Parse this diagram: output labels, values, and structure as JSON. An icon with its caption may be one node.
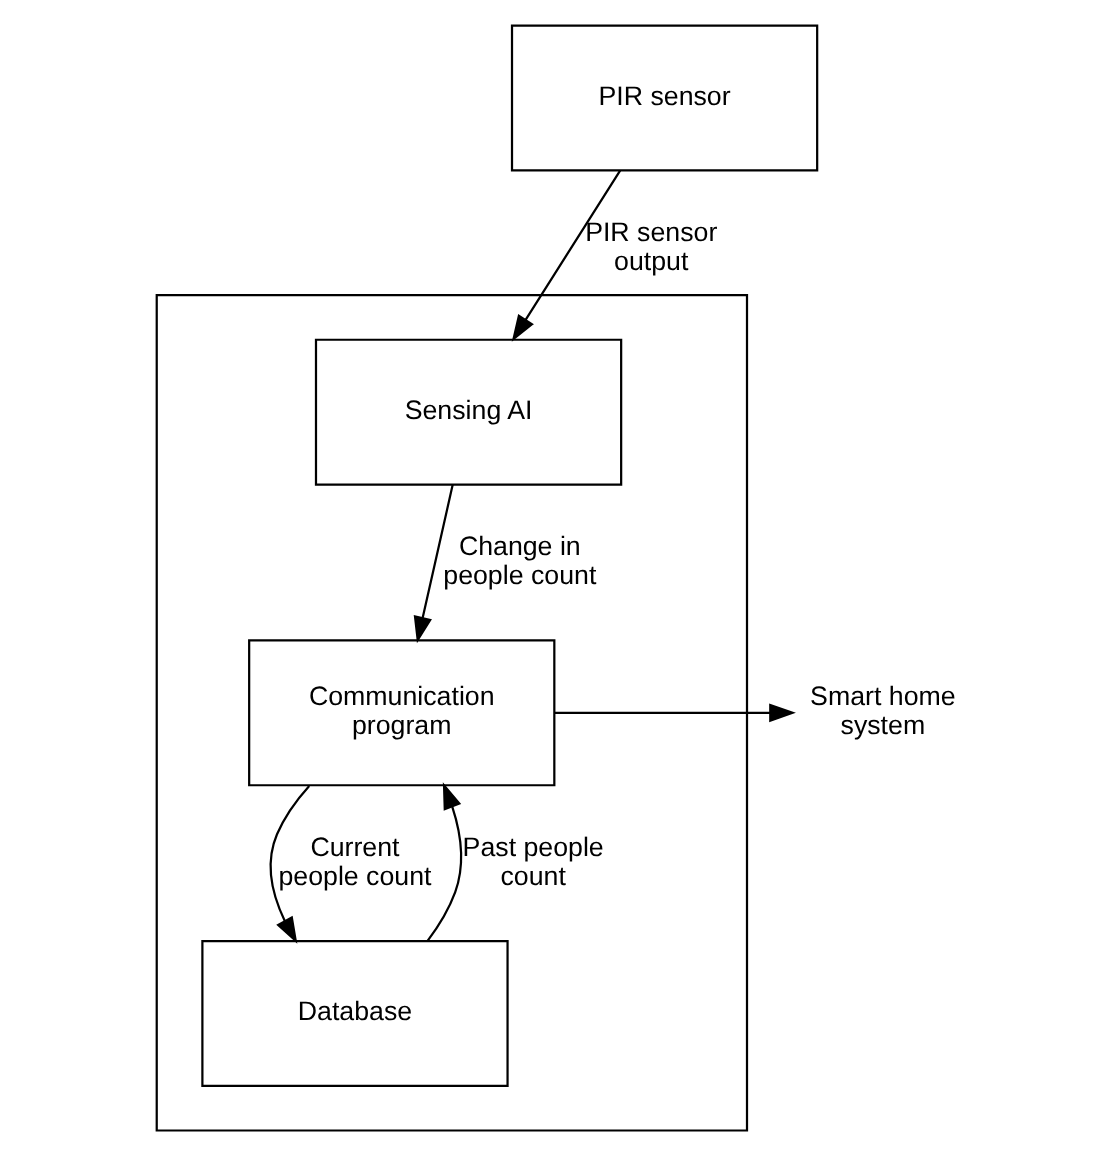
{
  "diagram": {
    "nodes": [
      {
        "text": [
          "PIR sensor"
        ]
      },
      {
        "text": [],
        "shape": "box"
      },
      {
        "text": [
          "Sensing AI"
        ],
        "in": 1
      },
      {
        "text": [
          "Communication program"
        ],
        "in": 1
      },
      {
        "text": [
          "Database"
        ],
        "in": 1
      },
      {
        "text": [
          "Smart home system"
        ]
      }
    ],
    "edges": [
      {
        "from": 0,
        "to": 2,
        "arrow": "to",
        "label": "PIR sensor output"
      },
      {
        "from": 2,
        "to": 3,
        "arrow": "to",
        "label": "Change in people count"
      },
      {
        "from": 3,
        "to": 5,
        "arrow": "to"
      },
      {
        "from": 4,
        "to": 3,
        "arrow": "to",
        "label": "Past people count"
      },
      {
        "from": 3,
        "to": 4,
        "arrow": "to",
        "label": "Current people count"
      }
    ]
  }
}
